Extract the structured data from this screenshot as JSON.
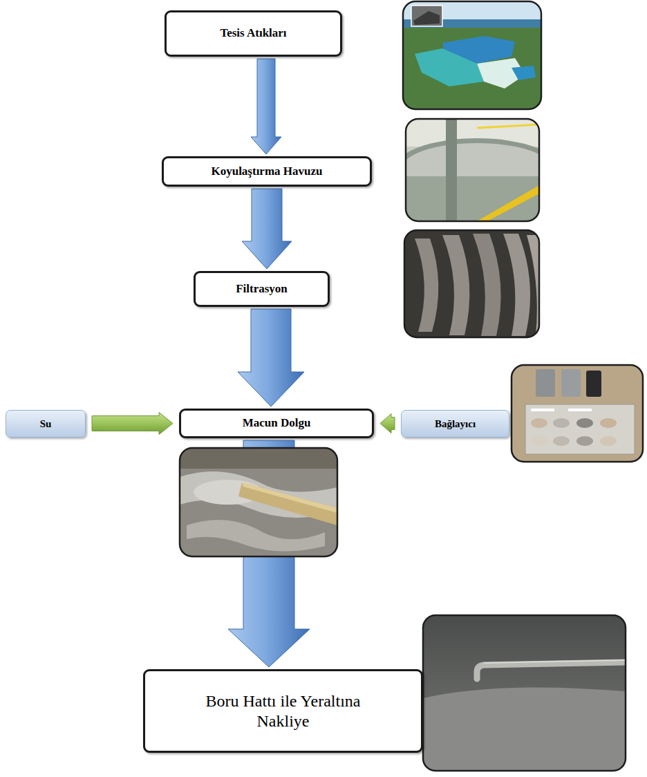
{
  "diagram": {
    "nodes": [
      {
        "text": [
          "Tesis Atıkları"
        ]
      },
      {
        "text": [
          "Koyulaştırma Havuzu"
        ]
      },
      {
        "text": [
          "Filtrasyon"
        ]
      },
      {
        "text": [
          "Su"
        ]
      },
      {
        "text": [
          "Macun Dolgu"
        ]
      },
      {
        "text": [
          "Bağlayıcı"
        ]
      },
      {
        "text": [
          "Boru Hattı ile Yeraltına Nakliye"
        ]
      }
    ],
    "edges": [
      {
        "from": 0,
        "to": 1,
        "arrow": "to"
      },
      {
        "from": 1,
        "to": 2,
        "arrow": "to"
      },
      {
        "from": 2,
        "to": 4,
        "arrow": "to"
      },
      {
        "from": 3,
        "to": 4,
        "arrow": "to"
      },
      {
        "from": 5,
        "to": 4,
        "arrow": "to"
      },
      {
        "from": 4,
        "to": 6,
        "arrow": "to"
      }
    ]
  }
}
